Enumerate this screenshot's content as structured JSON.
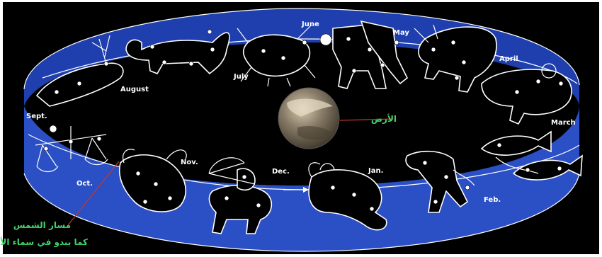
{
  "diagram": {
    "months": {
      "june": "June",
      "may": "May",
      "april": "April",
      "march": "March",
      "feb": "Feb.",
      "jan": "Jan.",
      "dec": "Dec.",
      "nov": "Nov.",
      "oct": "Oct.",
      "sept": "Sept.",
      "august": "August",
      "july": "July"
    },
    "earth_label": "الأرض",
    "sun_path_label": "مسار الشمس",
    "sun_path_caption": "كما يبدو في سماء الأرض",
    "colors": {
      "background": "#000000",
      "band": "#2b4fc4",
      "band_dark": "#1d3aa0",
      "annotation_text": "#3fd36a",
      "pointer_line": "#c0392b",
      "figures": "#000000",
      "outlines": "#ffffff"
    }
  }
}
